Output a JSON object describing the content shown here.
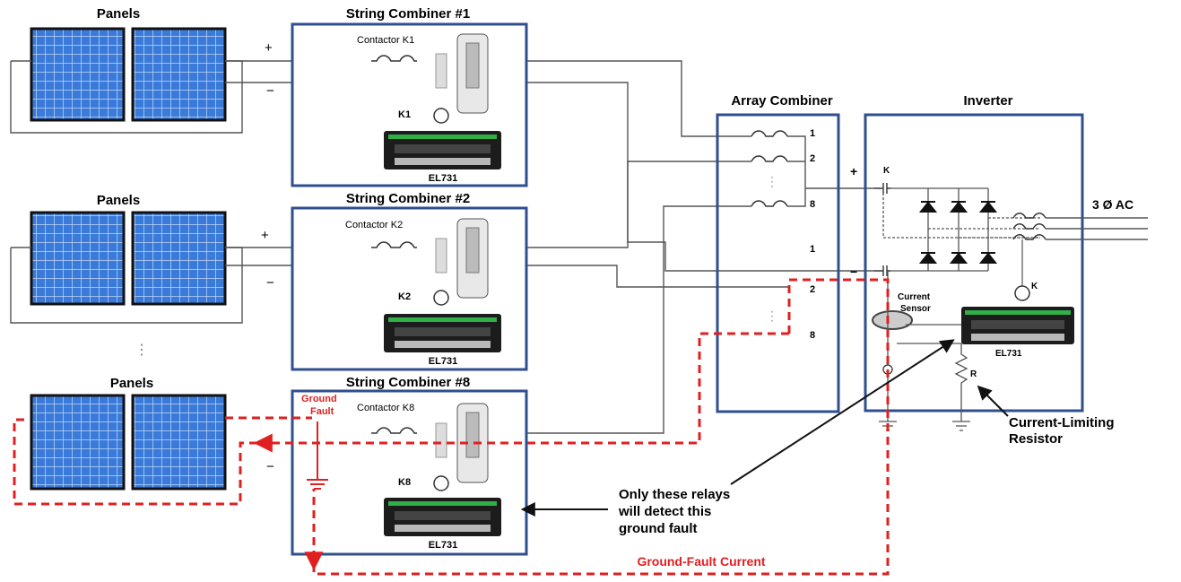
{
  "panels": {
    "group1_label": "Panels",
    "group2_label": "Panels",
    "group3_label": "Panels",
    "group1_plus": "+",
    "group1_minus": "−",
    "group2_plus": "+",
    "group2_minus": "−",
    "group3_minus": "−",
    "ellipsis": "⋮"
  },
  "string_combiners": [
    {
      "title": "String Combiner #1",
      "contactor": "Contactor K1",
      "relay_coil": "K1",
      "relay": "EL731"
    },
    {
      "title": "String Combiner #2",
      "contactor": "Contactor K2",
      "relay_coil": "K2",
      "relay": "EL731"
    },
    {
      "title": "String Combiner #8",
      "contactor": "Contactor K8",
      "relay_coil": "K8",
      "relay": "EL731"
    }
  ],
  "ground_fault_label_line1": "Ground",
  "ground_fault_label_line2": "Fault",
  "array_combiner": {
    "title": "Array Combiner",
    "pos_inputs": [
      "1",
      "2",
      "8"
    ],
    "neg_inputs": [
      "1",
      "2",
      "8"
    ],
    "ellipsis": "⋮"
  },
  "inverter": {
    "title": "Inverter",
    "plus": "+",
    "minus": "−",
    "k_label": "K",
    "coil_label": "K",
    "current_sensor_line1": "Current",
    "current_sensor_line2": "Sensor",
    "relay": "EL731",
    "resistor_label": "R",
    "ac_label": "3 Ø AC"
  },
  "current_limiting_resistor_line1": "Current-Limiting",
  "current_limiting_resistor_line2": "Resistor",
  "note_line1": "Only these relays",
  "note_line2": "will detect this",
  "note_line3": "ground fault",
  "ground_fault_current": "Ground-Fault Current",
  "colors": {
    "box_border": "#2f4f8f",
    "fault": "#e02020",
    "panel": "#3a7ad9",
    "wire": "#555555"
  }
}
